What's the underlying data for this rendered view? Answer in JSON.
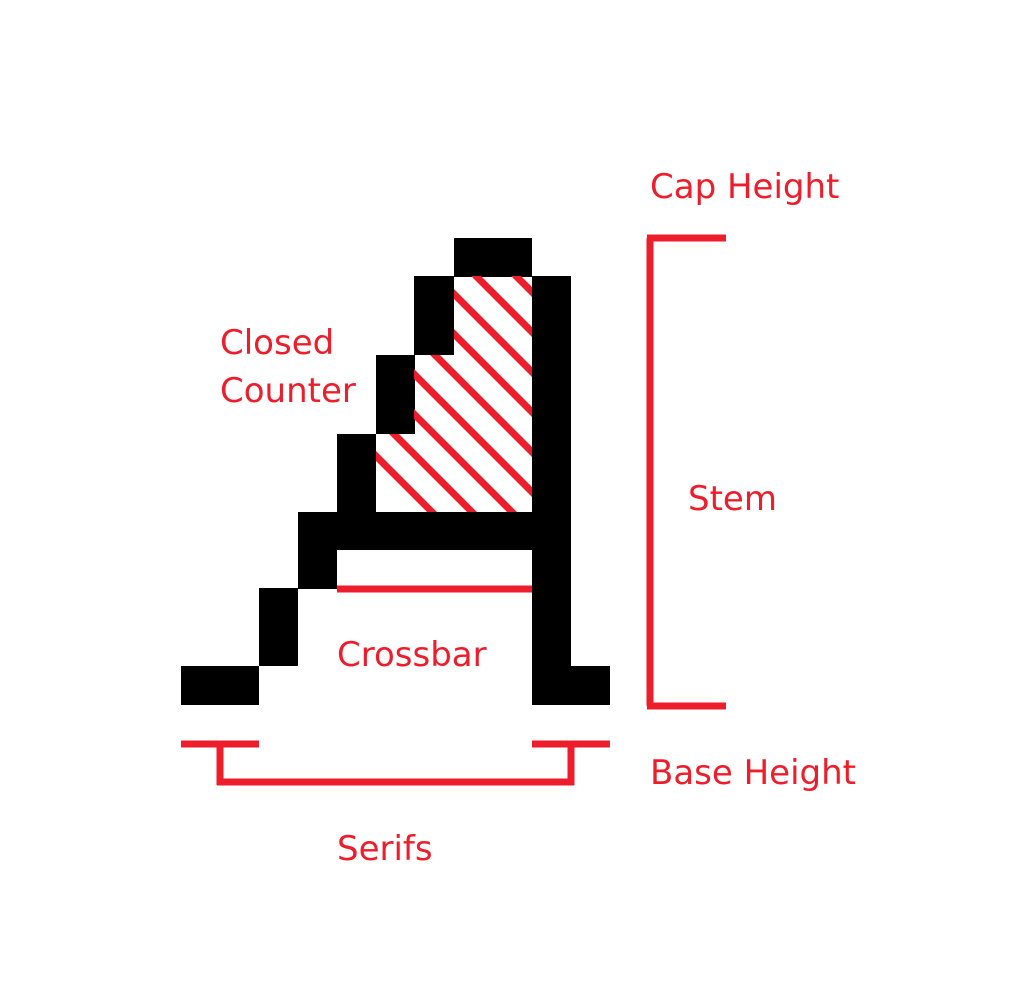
{
  "colors": {
    "accent": "#ee1d2b",
    "glyph": "#000000",
    "background": "#ffffff"
  },
  "labels": {
    "cap_height": "Cap Height",
    "closed_counter_line1": "Closed",
    "closed_counter_line2": "Counter",
    "stem": "Stem",
    "crossbar": "Crossbar",
    "base_height": "Base Height",
    "serifs": "Serifs"
  }
}
